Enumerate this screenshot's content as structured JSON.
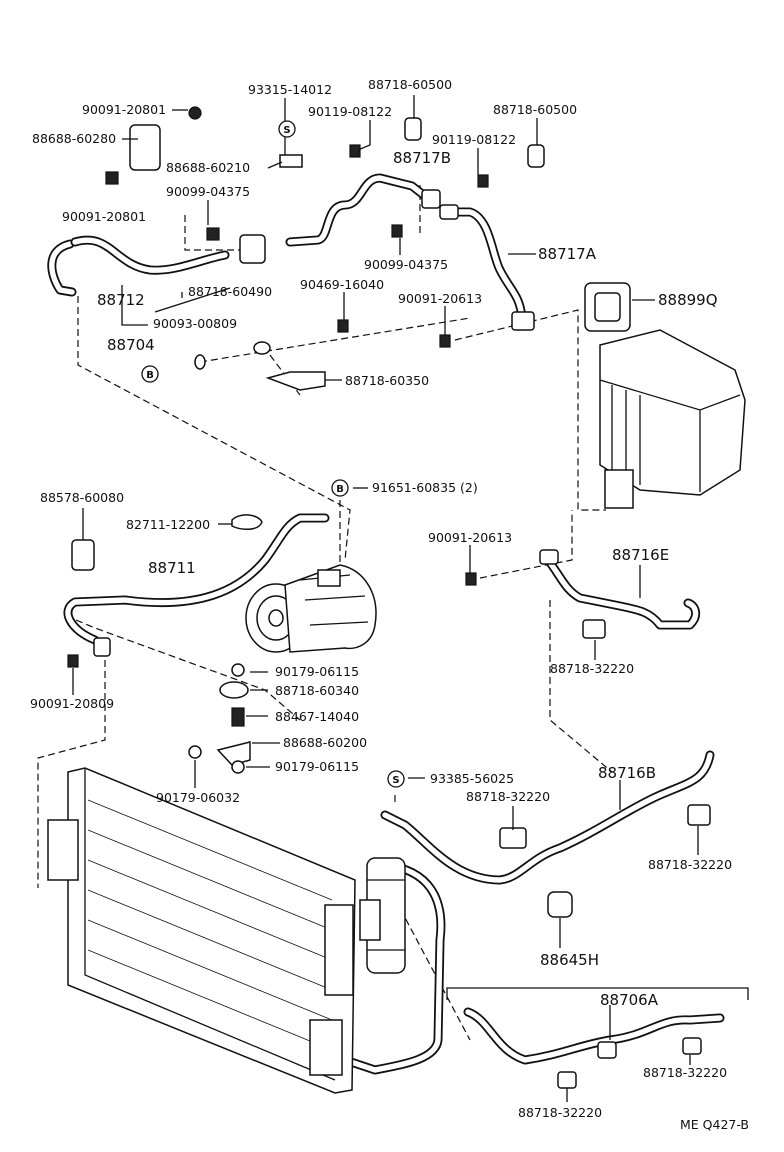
{
  "labels": {
    "p90091_20801_a": "90091-20801",
    "p88688_60280": "88688-60280",
    "p90091_20801_b": "90091-20801",
    "p93315_14012": "93315-14012",
    "p88688_60210": "88688-60210",
    "p90099_04375_a": "90099-04375",
    "p88718_60500_a": "88718-60500",
    "p90119_08122_a": "90119-08122",
    "p88717B": "88717B",
    "p88718_60500_b": "88718-60500",
    "p90119_08122_b": "90119-08122",
    "p88717A": "88717A",
    "p90099_04375_b": "90099-04375",
    "p88712": "88712",
    "p88718_60490": "88718-60490",
    "p90469_16040": "90469-16040",
    "p90091_20613_a": "90091-20613",
    "p88899Q": "88899Q",
    "p90093_00809": "90093-00809",
    "p88704": "88704",
    "p88718_60350": "88718-60350",
    "p88578_60080": "88578-60080",
    "p91651_60835": "91651-60835 (2)",
    "p82711_12200": "82711-12200",
    "p88711": "88711",
    "p90091_20613_b": "90091-20613",
    "p88716E": "88716E",
    "p88718_32220_a": "88718-32220",
    "p90179_06115_a": "90179-06115",
    "p88718_60340": "88718-60340",
    "p90091_20809": "90091-20809",
    "p88467_14040": "88467-14040",
    "p88688_60200": "88688-60200",
    "p90179_06115_b": "90179-06115",
    "p90179_06032": "90179-06032",
    "p93385_56025": "93385-56025",
    "p88716B": "88716B",
    "p88718_32220_b": "88718-32220",
    "p88718_32220_c": "88718-32220",
    "p88645H": "88645H",
    "p88706A": "88706A",
    "p88718_32220_d": "88718-32220",
    "p88718_32220_e": "88718-32220",
    "ref_code": "ME Q427-B"
  },
  "markers": {
    "b": "B",
    "s": "S"
  }
}
